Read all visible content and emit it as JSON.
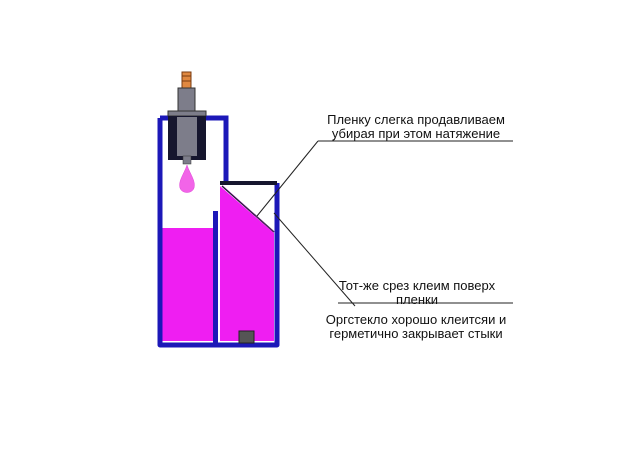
{
  "annotations": [
    {
      "lines": [
        "Пленку слегка продавливаем",
        "убирая при этом натяжение"
      ]
    },
    {
      "lines": [
        "Тот-же срез клеим поверх",
        "пленки"
      ]
    },
    {
      "lines": [
        "Оргстекло хорошо клеитсяи и",
        "герметично закрывает стыки"
      ]
    }
  ],
  "colors": {
    "vessel_wall": "#1c18b8",
    "liquid": "#ef1ef2",
    "liquid_drop": "#f264e8",
    "fitting_body": "#7d7d8a",
    "fitting_stem": "#e08840",
    "dark_frame": "#16162e",
    "leader_line": "#222222",
    "drain_plug": "#555555"
  },
  "icons": {
    "vessel": "cutaway-vessel-diagram",
    "fitting": "valve-fitting-icon",
    "drop": "liquid-drop-icon"
  }
}
